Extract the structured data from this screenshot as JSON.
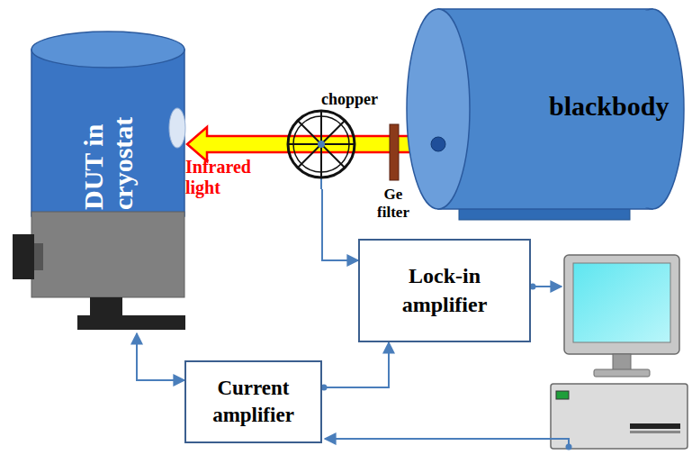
{
  "diagram": {
    "nodes": [
      {
        "text": [
          "DUT in cryostat"
        ]
      },
      {
        "text": [
          "chopper"
        ]
      },
      {
        "text": [
          "blackbody"
        ]
      },
      {
        "text": [
          "Lock-in amplifier"
        ]
      },
      {
        "text": [
          "Current amplifier"
        ]
      }
    ],
    "edges": [
      {
        "from": 1,
        "to": 3,
        "arrow": "to"
      },
      {
        "from": 0,
        "to": 4,
        "arrow": "both"
      },
      {
        "from": 4,
        "to": 3,
        "arrow": "to"
      }
    ],
    "labels": [
      "Infrared light",
      "Ge filter"
    ]
  }
}
